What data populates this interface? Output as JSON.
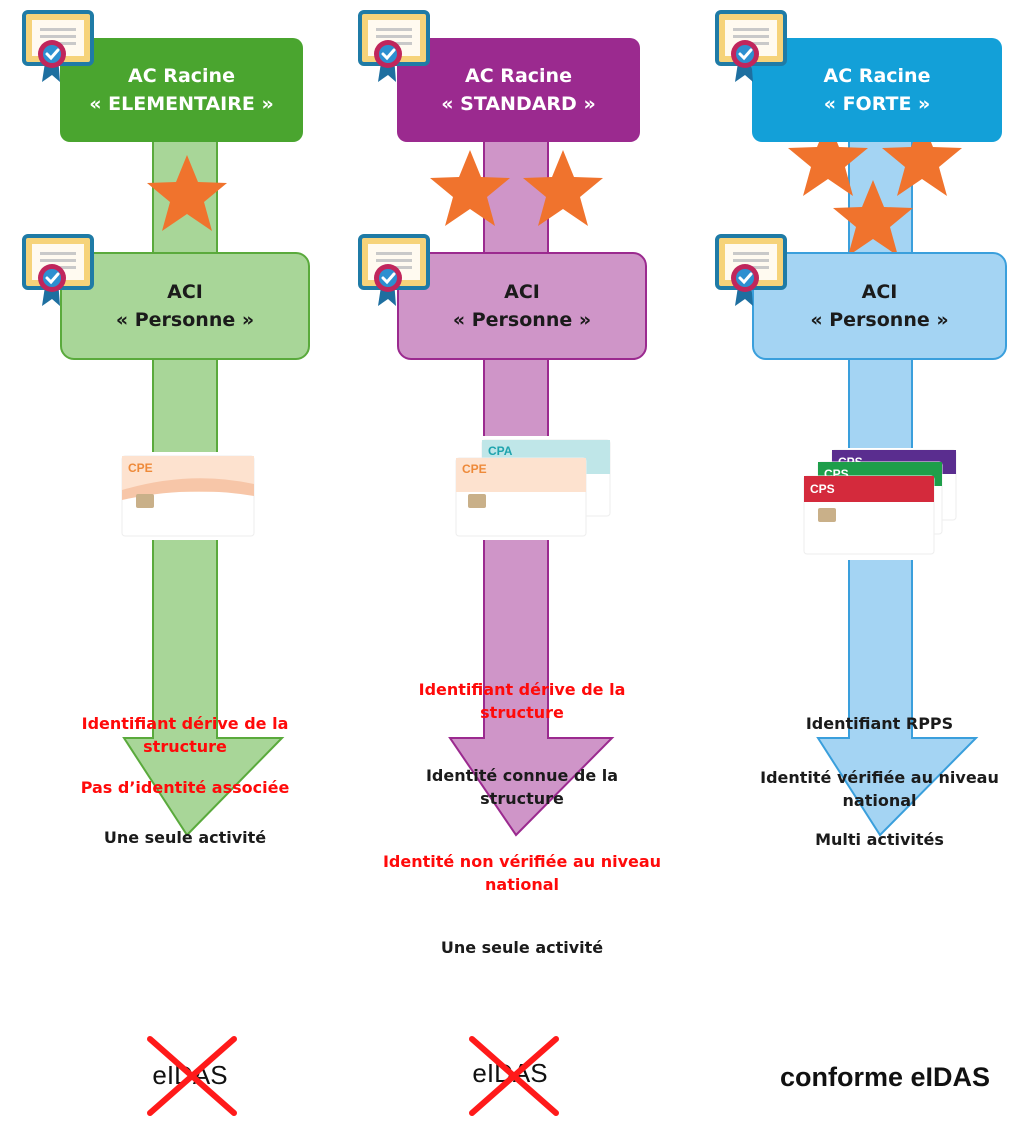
{
  "columns": [
    {
      "root": {
        "line1": "AC Racine",
        "line2": "« ELEMENTAIRE »"
      },
      "aci": {
        "line1": "ACI",
        "line2": "« Personne »"
      },
      "card_labels": [
        "CPE"
      ],
      "descriptions": [
        {
          "text": "Identifiant dérive de la structure",
          "highlight": true
        },
        {
          "text": "Pas d’identité  associée",
          "highlight": true
        },
        {
          "text": "Une seule activité",
          "highlight": false
        }
      ],
      "stars": 1,
      "footer": "eIDAS",
      "footer_crossed": true
    },
    {
      "root": {
        "line1": "AC Racine",
        "line2": "« STANDARD »"
      },
      "aci": {
        "line1": "ACI",
        "line2": "« Personne »"
      },
      "card_labels": [
        "CPA",
        "CPE"
      ],
      "descriptions": [
        {
          "text": "Identifiant dérive de la structure",
          "highlight": true
        },
        {
          "text": "Identité connue de la structure",
          "highlight": false
        },
        {
          "text": "Identité non vérifiée au niveau national",
          "highlight": true
        },
        {
          "text": "Une seule activité",
          "highlight": false
        }
      ],
      "stars": 2,
      "footer": "eIDAS",
      "footer_crossed": true
    },
    {
      "root": {
        "line1": "AC Racine",
        "line2": "« FORTE »"
      },
      "aci": {
        "line1": "ACI",
        "line2": "« Personne »"
      },
      "card_labels": [
        "CPS",
        "CPS",
        "CPS"
      ],
      "descriptions": [
        {
          "text": "Identifiant RPPS",
          "highlight": false
        },
        {
          "text": "Identité vérifiée au niveau national",
          "highlight": false
        },
        {
          "text": "Multi activités",
          "highlight": false
        }
      ],
      "stars": 3,
      "footer": "conforme eIDAS",
      "footer_crossed": false
    }
  ],
  "colors": {
    "green": "#4aa52f",
    "green_light": "#a8d698",
    "purple": "#9b2a8f",
    "purple_light": "#cf95c8",
    "blue": "#13a0d8",
    "blue_light": "#a4d4f3",
    "star": "#f0732d",
    "highlight_text": "#ff0a0a",
    "cross": "#ff1a1a"
  },
  "icons": [
    "certificate-icon",
    "star-icon",
    "smart-card-icon",
    "cross-icon"
  ]
}
